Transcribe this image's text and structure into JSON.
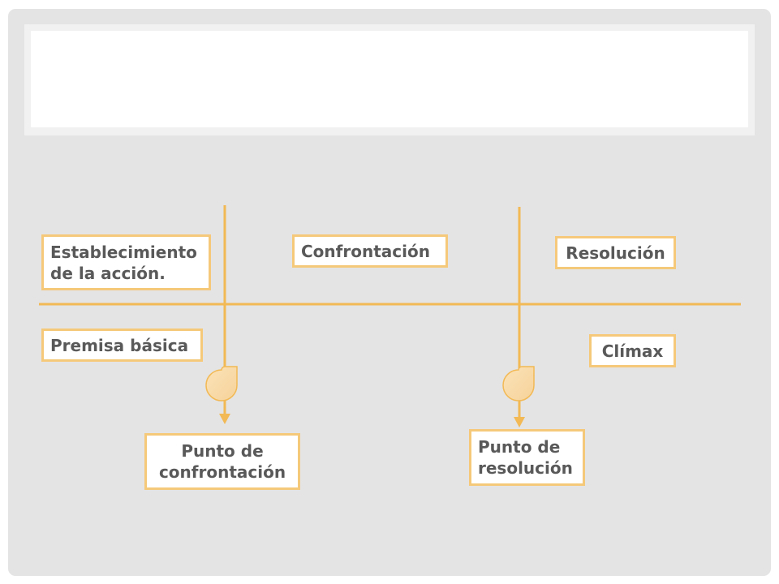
{
  "slide": {
    "title": ""
  },
  "diagram": {
    "boxes": {
      "establecimiento": "Establecimiento de la acción.",
      "confrontacion": "Confrontación",
      "resolucion": "Resolución",
      "premisa": "Premisa básica",
      "climax": "Clímax",
      "punto_confrontacion": "Punto de confrontación",
      "punto_resolucion": "Punto de resolución"
    }
  },
  "colors": {
    "accent": "#f5c97a",
    "accent_line": "#f2b955",
    "text": "#595959",
    "background": "#e4e4e4"
  }
}
